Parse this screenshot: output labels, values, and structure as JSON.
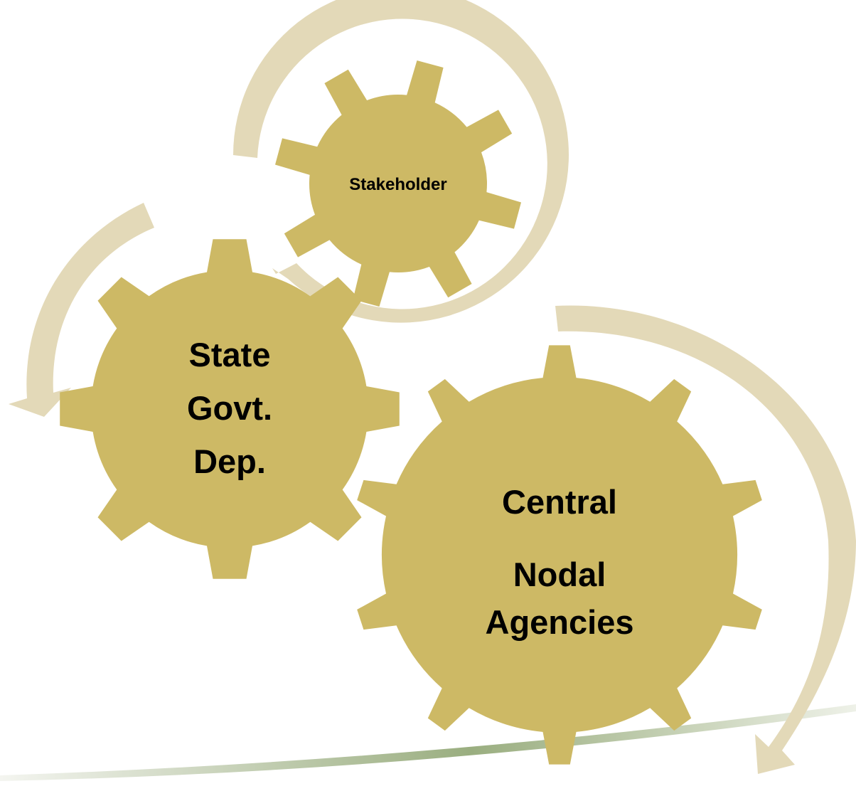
{
  "colors": {
    "gear": "#cdb965",
    "arrow": "#e3d9b8",
    "baseline_start": "#f2f3ee",
    "baseline_mid": "#9aae80",
    "text": "#000000"
  },
  "gears": {
    "stakeholder": {
      "label": "Stakeholder"
    },
    "state": {
      "lines": [
        "State",
        "Govt.",
        "Dep."
      ]
    },
    "central": {
      "lines": [
        "Central",
        "Nodal",
        "Agencies"
      ]
    }
  }
}
